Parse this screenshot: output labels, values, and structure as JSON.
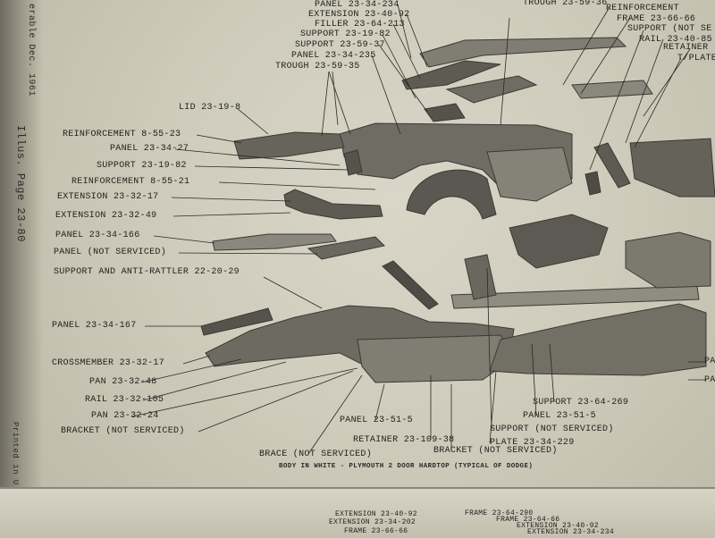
{
  "margin_text": {
    "top_stamp": "erable Dec. 1961",
    "page_ref": "Illus. Page 23-80",
    "printed": "Printed in U.S.A."
  },
  "labels": {
    "l01": "PANEL 23-34-234",
    "l02": "EXTENSION 23-40-92",
    "l03": "FILLER 23-64-213",
    "l04": "SUPPORT 23-19-82",
    "l05": "SUPPORT 23-59-37",
    "l06": "PANEL 23-34-235",
    "l07": "TROUGH 23-59-35",
    "l08": "LID 23-19-8",
    "l09": "REINFORCEMENT 8-55-23",
    "l10": "PANEL 23-34-27",
    "l11": "SUPPORT 23-19-82",
    "l12": "REINFORCEMENT 8-55-21",
    "l13": "EXTENSION 23-32-17",
    "l14": "EXTENSION 23-32-49",
    "l15": "PANEL 23-34-166",
    "l16": "PANEL (NOT SERVICED)",
    "l17": "SUPPORT AND ANTI-RATTLER 22-20-29",
    "l18": "PANEL 23-34-167",
    "l19": "CROSSMEMBER 23-32-17",
    "l20": "PAN 23-32-48",
    "l21": "RAIL 23-32-105",
    "l22": "PAN 23-32-24",
    "l23": "BRACKET (NOT SERVICED)",
    "l24": "BRACE (NOT SERVICED)",
    "l25": "PANEL 23-51-5",
    "l26": "RETAINER 23-109-38",
    "l27": "BRACKET (NOT SERVICED)",
    "l28": "SUPPORT (NOT SERVICED)",
    "l29": "PLATE 23-34-229",
    "l30": "PANEL 23-51-5",
    "l31": "SUPPORT 23-64-269",
    "l32": "TROUGH 23-59-36",
    "l33": "REINFORCEMENT",
    "l34": "FRAME 23-66-66",
    "l35": "SUPPORT (NOT SE",
    "l36": "RAIL 23-40-85",
    "l37": "RETAINER",
    "l38": "T/PLATE",
    "l39": "PA",
    "l40": "PA"
  },
  "caption": "BODY IN WHITE - PLYMOUTH 2 DOOR HARDTOP (TYPICAL OF DODGE)",
  "lower_page_labels": {
    "b1": "EXTENSION 23-40-92",
    "b2": "EXTENSION 23-34-202",
    "b3": "FRAME 23-66-66",
    "b4": "FRAME 23-64-290",
    "b5": "FRAME 23-64-66",
    "b6": "EXTENSION 23-40-92",
    "b7": "EXTENSION 23-34-234"
  },
  "colors": {
    "paper": "#d2cfc0",
    "ink": "#22211e",
    "part_fill": "#7a776d",
    "part_dark": "#4e4c45"
  }
}
